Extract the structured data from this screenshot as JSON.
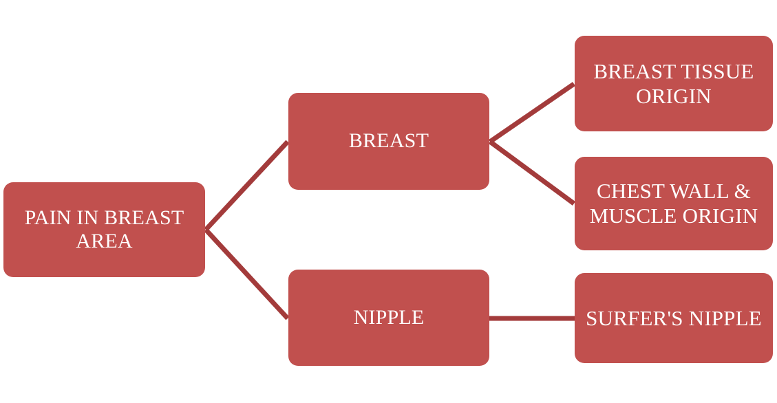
{
  "diagram": {
    "type": "flowchart",
    "title": "Pain in breast area classification",
    "orientation": "left-to-right",
    "colors": {
      "node_fill": "#c1504e",
      "node_text": "#ffffff",
      "connector": "#a33b3b",
      "background": "#ffffff"
    },
    "nodes": [
      {
        "id": "root",
        "label": "PAIN IN BREAST AREA",
        "level": 0
      },
      {
        "id": "breast",
        "label": "BREAST",
        "level": 1
      },
      {
        "id": "nipple",
        "label": "NIPPLE",
        "level": 1
      },
      {
        "id": "tissue",
        "label": "BREAST TISSUE ORIGIN",
        "level": 2
      },
      {
        "id": "chestwall",
        "label": "CHEST WALL & MUSCLE ORIGIN",
        "level": 2
      },
      {
        "id": "surfers",
        "label": "SURFER'S NIPPLE",
        "level": 2
      }
    ],
    "edges": [
      {
        "from": "root",
        "to": "breast"
      },
      {
        "from": "root",
        "to": "nipple"
      },
      {
        "from": "breast",
        "to": "tissue"
      },
      {
        "from": "breast",
        "to": "chestwall"
      },
      {
        "from": "nipple",
        "to": "surfers"
      }
    ]
  }
}
